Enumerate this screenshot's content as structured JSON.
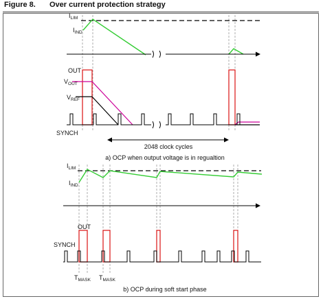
{
  "figure": {
    "number": "Figure 8.",
    "title": "Over current protection strategy"
  },
  "panel_a": {
    "labels": {
      "ilim_main": "I",
      "ilim_sub": "LIM",
      "iind_main": "I",
      "iind_sub": "IND",
      "out": "OUT",
      "vout_main": "V",
      "vout_sub": "OUT",
      "vref_main": "V",
      "vref_sub": "REF",
      "synch": "SYNCH"
    },
    "interval_label": "2048 clock cycles",
    "caption": "a) OCP when output voltage is in regualtion"
  },
  "panel_b": {
    "labels": {
      "ilim_main": "I",
      "ilim_sub": "LIM",
      "iind_main": "I",
      "iind_sub": "IND",
      "out": "OUT",
      "synch": "SYNCH",
      "tmask1_main": "T",
      "tmask1_sub": "MASK",
      "tmask2_main": "T",
      "tmask2_sub": "MASK"
    },
    "caption": "b) OCP during soft start phase"
  },
  "colors": {
    "current": "#33cc33",
    "out_pulse": "#dd2222",
    "vout": "#cc0099",
    "vref": "#000000",
    "limit_line": "#000000",
    "guide": "#999999"
  }
}
